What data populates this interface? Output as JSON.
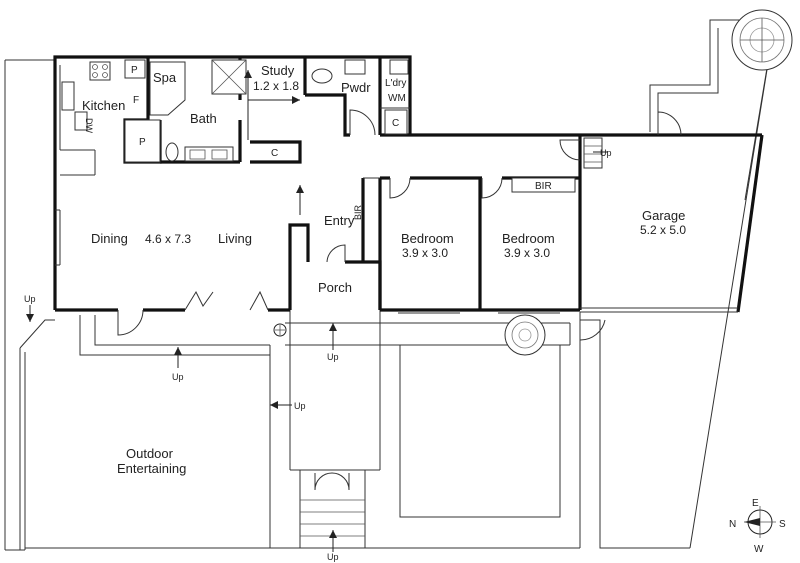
{
  "rooms": {
    "kitchen": "Kitchen",
    "spa": "Spa",
    "bath": "Bath",
    "study": "Study",
    "study_dim": "1.2 x 1.8",
    "pwdr": "Pwdr",
    "ldry": "L'dry",
    "wm": "WM",
    "dining": "Dining",
    "living_dim": "4.6 x 7.3",
    "living": "Living",
    "entry": "Entry",
    "porch": "Porch",
    "bedroom1": "Bedroom",
    "bedroom1_dim": "3.9 x 3.0",
    "bedroom2": "Bedroom",
    "bedroom2_dim": "3.9 x 3.0",
    "garage": "Garage",
    "garage_dim": "5.2 x 5.0",
    "outdoor_line1": "Outdoor",
    "outdoor_line2": "Entertaining"
  },
  "small_labels": {
    "pantry1": "P",
    "pantry2": "P",
    "fridge": "F",
    "dw": "DW",
    "cupboard_bath": "C",
    "cupboard_ldry": "C",
    "bir_entry": "BIR",
    "bir_bed2": "BIR"
  },
  "step_labels": {
    "up_garage": "Up",
    "up_left": "Up",
    "up_terrace": "Up",
    "up_porch": "Up",
    "up_side": "Up",
    "up_bottom": "Up"
  },
  "compass": {
    "n": "N",
    "e": "E",
    "s": "S",
    "w": "W"
  }
}
